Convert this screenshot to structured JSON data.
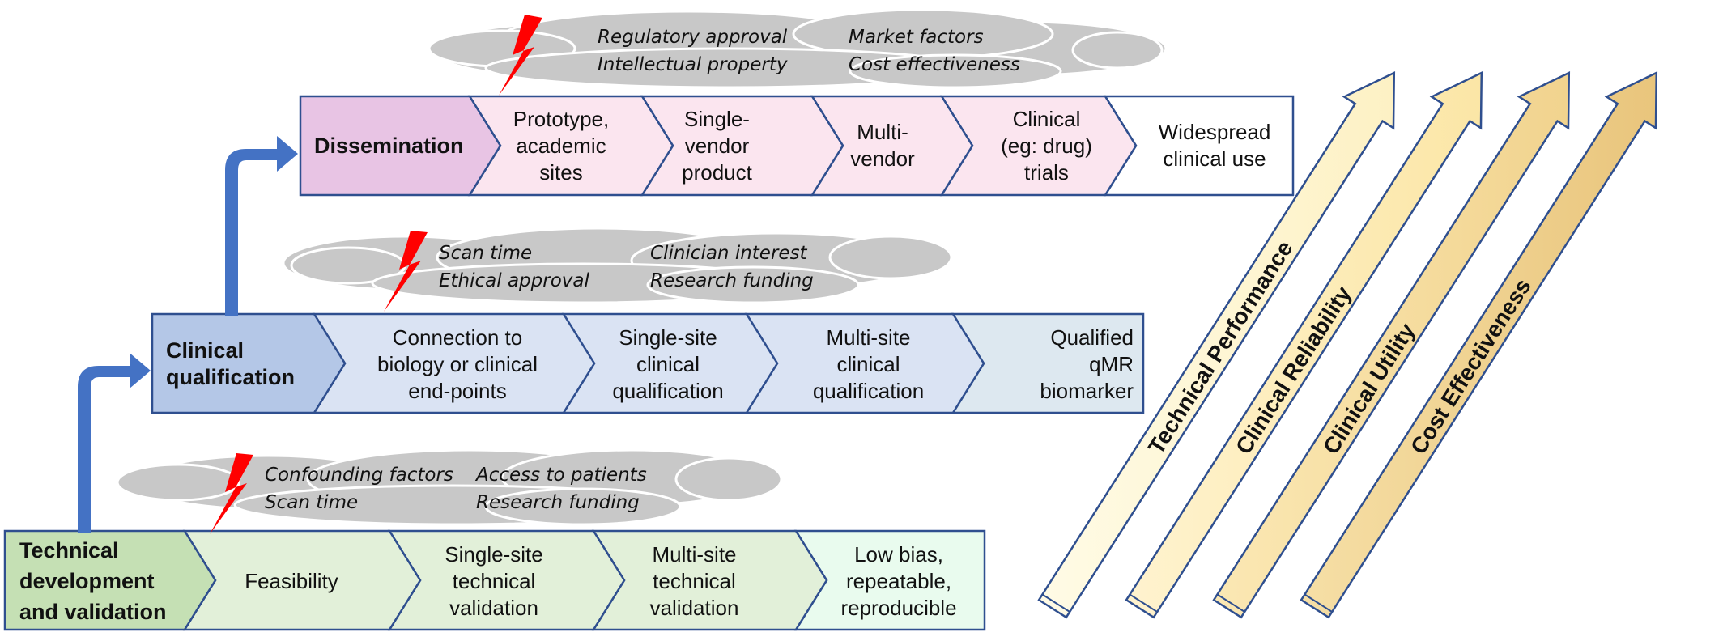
{
  "stages": {
    "technical": {
      "title": "Technical\ndevelopment\nand validation",
      "steps": [
        "Feasibility",
        "Single-site\ntechnical\nvalidation",
        "Multi-site\ntechnical\nvalidation",
        "Low bias,\nrepeatable,\nreproducible"
      ],
      "barriers": [
        "Confounding factors\nScan time",
        "Access to patients\nResearch funding"
      ]
    },
    "clinical": {
      "title": "Clinical\nqualification",
      "steps": [
        "Connection to\nbiology or clinical\nend-points",
        "Single-site\nclinical\nqualification",
        "Multi-site\nclinical\nqualification",
        "Qualified\nqMR\nbiomarker"
      ],
      "barriers": [
        "Scan time\nEthical approval",
        "Clinician interest\nResearch funding"
      ]
    },
    "dissemination": {
      "title": "Dissemination",
      "steps": [
        "Prototype,\nacademic\nsites",
        "Single-\nvendor\nproduct",
        "Multi-\nvendor",
        "Clinical\n(eg: drug)\ntrials",
        "Widespread\nclinical use"
      ],
      "barriers": [
        "Regulatory approval\nIntellectual property",
        "Market factors\nCost effectiveness"
      ]
    }
  },
  "dimensions": [
    "Technical Performance",
    "Clinical Reliability",
    "Clinical Utility",
    "Cost Effectiveness"
  ],
  "colors": {
    "outline": "#2f4f8f",
    "connector": "#4472c4",
    "lightning": "#ff0000",
    "cloud": "#c8c8c8",
    "tech_header": "#c5e0b4",
    "tech_step": "#e2f0d9",
    "clin_header": "#b4c7e7",
    "clin_step": "#dae3f3",
    "diss_header": "#e8c4e4",
    "diss_step": "#fbe5ef"
  }
}
